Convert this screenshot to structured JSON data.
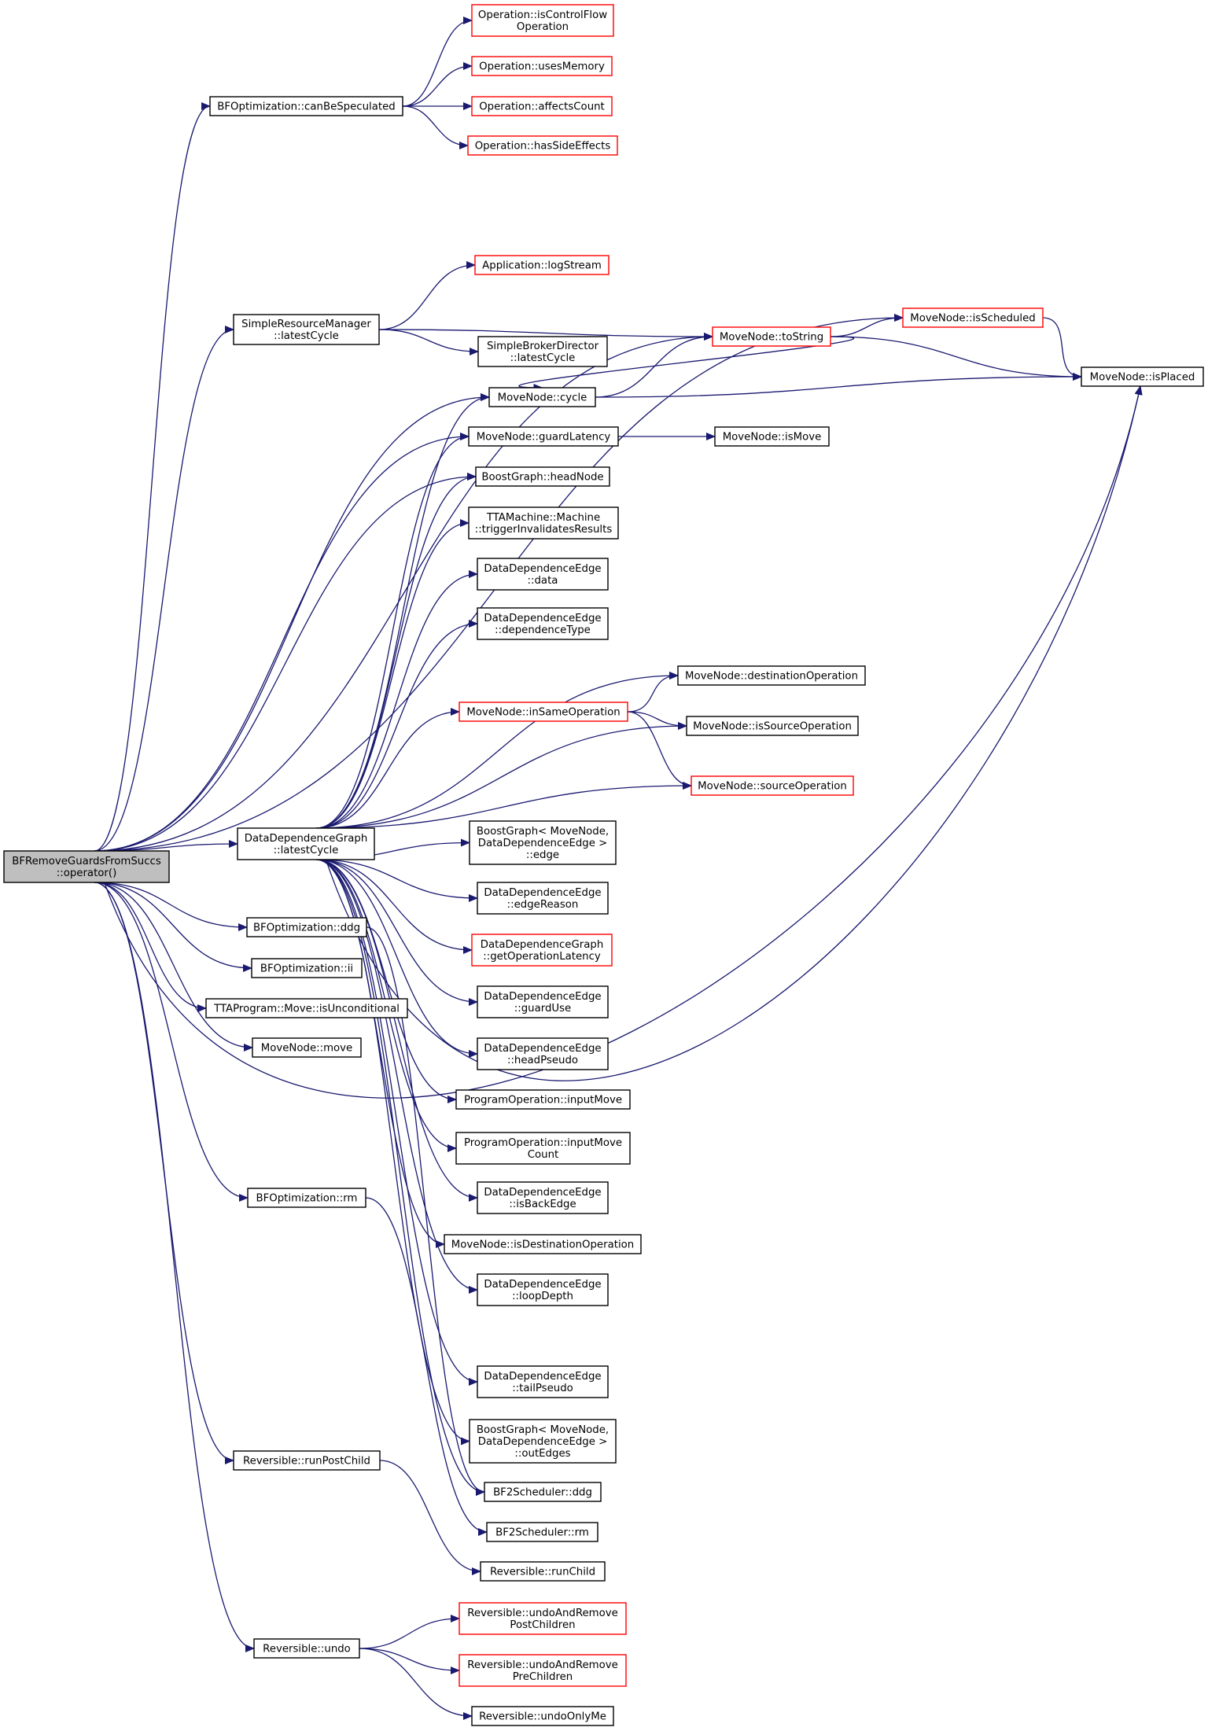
{
  "diagram": {
    "colors": {
      "edge": "#191970",
      "normal_border": "#000000",
      "truncated_border": "#ff0000",
      "root_fill": "#bfbfbf"
    },
    "nodes": [
      {
        "id": "root",
        "lines": [
          "BFRemoveGuardsFromSuccs",
          "::operator()"
        ],
        "style": "root"
      },
      {
        "id": "canBeSpeculated",
        "lines": [
          "BFOptimization::canBeSpeculated"
        ],
        "style": "normal"
      },
      {
        "id": "isControlFlowOperation",
        "lines": [
          "Operation::isControlFlow",
          "Operation"
        ],
        "style": "red"
      },
      {
        "id": "usesMemory",
        "lines": [
          "Operation::usesMemory"
        ],
        "style": "red"
      },
      {
        "id": "affectsCount",
        "lines": [
          "Operation::affectsCount"
        ],
        "style": "red"
      },
      {
        "id": "hasSideEffects",
        "lines": [
          "Operation::hasSideEffects"
        ],
        "style": "red"
      },
      {
        "id": "logStream",
        "lines": [
          "Application::logStream"
        ],
        "style": "red"
      },
      {
        "id": "srmLatestCycle",
        "lines": [
          "SimpleResourceManager",
          "::latestCycle"
        ],
        "style": "normal"
      },
      {
        "id": "sbdLatestCycle",
        "lines": [
          "SimpleBrokerDirector",
          "::latestCycle"
        ],
        "style": "normal"
      },
      {
        "id": "toString",
        "lines": [
          "MoveNode::toString"
        ],
        "style": "red"
      },
      {
        "id": "isScheduled",
        "lines": [
          "MoveNode::isScheduled"
        ],
        "style": "red"
      },
      {
        "id": "isPlaced",
        "lines": [
          "MoveNode::isPlaced"
        ],
        "style": "normal"
      },
      {
        "id": "cycle",
        "lines": [
          "MoveNode::cycle"
        ],
        "style": "normal"
      },
      {
        "id": "guardLatency",
        "lines": [
          "MoveNode::guardLatency"
        ],
        "style": "normal"
      },
      {
        "id": "isMove",
        "lines": [
          "MoveNode::isMove"
        ],
        "style": "normal"
      },
      {
        "id": "headNode",
        "lines": [
          "BoostGraph::headNode"
        ],
        "style": "normal"
      },
      {
        "id": "triggerInvalidatesResults",
        "lines": [
          "TTAMachine::Machine",
          "::triggerInvalidatesResults"
        ],
        "style": "normal"
      },
      {
        "id": "dataEdge",
        "lines": [
          "DataDependenceEdge",
          "::data"
        ],
        "style": "normal"
      },
      {
        "id": "dependenceType",
        "lines": [
          "DataDependenceEdge",
          "::dependenceType"
        ],
        "style": "normal"
      },
      {
        "id": "destinationOperation",
        "lines": [
          "MoveNode::destinationOperation"
        ],
        "style": "normal"
      },
      {
        "id": "inSameOperation",
        "lines": [
          "MoveNode::inSameOperation"
        ],
        "style": "red"
      },
      {
        "id": "isSourceOperation",
        "lines": [
          "MoveNode::isSourceOperation"
        ],
        "style": "normal"
      },
      {
        "id": "sourceOperation",
        "lines": [
          "MoveNode::sourceOperation"
        ],
        "style": "red"
      },
      {
        "id": "ddgLatestCycle",
        "lines": [
          "DataDependenceGraph",
          "::latestCycle"
        ],
        "style": "normal"
      },
      {
        "id": "bgEdge",
        "lines": [
          "BoostGraph< MoveNode,",
          "DataDependenceEdge >",
          "::edge"
        ],
        "style": "normal"
      },
      {
        "id": "edgeReason",
        "lines": [
          "DataDependenceEdge",
          "::edgeReason"
        ],
        "style": "normal"
      },
      {
        "id": "getOperationLatency",
        "lines": [
          "DataDependenceGraph",
          "::getOperationLatency"
        ],
        "style": "red"
      },
      {
        "id": "bfoDdg",
        "lines": [
          "BFOptimization::ddg"
        ],
        "style": "normal"
      },
      {
        "id": "bfoIi",
        "lines": [
          "BFOptimization::ii"
        ],
        "style": "normal"
      },
      {
        "id": "isUnconditional",
        "lines": [
          "TTAProgram::Move::isUnconditional"
        ],
        "style": "normal"
      },
      {
        "id": "guardUse",
        "lines": [
          "DataDependenceEdge",
          "::guardUse"
        ],
        "style": "normal"
      },
      {
        "id": "mnMove",
        "lines": [
          "MoveNode::move"
        ],
        "style": "normal"
      },
      {
        "id": "headPseudo",
        "lines": [
          "DataDependenceEdge",
          "::headPseudo"
        ],
        "style": "normal"
      },
      {
        "id": "inputMove",
        "lines": [
          "ProgramOperation::inputMove"
        ],
        "style": "normal"
      },
      {
        "id": "inputMoveCount",
        "lines": [
          "ProgramOperation::inputMove",
          "Count"
        ],
        "style": "normal"
      },
      {
        "id": "isBackEdge",
        "lines": [
          "DataDependenceEdge",
          "::isBackEdge"
        ],
        "style": "normal"
      },
      {
        "id": "bfoRm",
        "lines": [
          "BFOptimization::rm"
        ],
        "style": "normal"
      },
      {
        "id": "isDestinationOperation",
        "lines": [
          "MoveNode::isDestinationOperation"
        ],
        "style": "normal"
      },
      {
        "id": "loopDepth",
        "lines": [
          "DataDependenceEdge",
          "::loopDepth"
        ],
        "style": "normal"
      },
      {
        "id": "tailPseudo",
        "lines": [
          "DataDependenceEdge",
          "::tailPseudo"
        ],
        "style": "normal"
      },
      {
        "id": "outEdges",
        "lines": [
          "BoostGraph< MoveNode,",
          "DataDependenceEdge >",
          "::outEdges"
        ],
        "style": "normal"
      },
      {
        "id": "runPostChild",
        "lines": [
          "Reversible::runPostChild"
        ],
        "style": "normal"
      },
      {
        "id": "bf2Ddg",
        "lines": [
          "BF2Scheduler::ddg"
        ],
        "style": "normal"
      },
      {
        "id": "bf2Rm",
        "lines": [
          "BF2Scheduler::rm"
        ],
        "style": "normal"
      },
      {
        "id": "runChild",
        "lines": [
          "Reversible::runChild"
        ],
        "style": "normal"
      },
      {
        "id": "undoAndRemovePostChildren",
        "lines": [
          "Reversible::undoAndRemove",
          "PostChildren"
        ],
        "style": "red"
      },
      {
        "id": "undo",
        "lines": [
          "Reversible::undo"
        ],
        "style": "normal"
      },
      {
        "id": "undoAndRemovePreChildren",
        "lines": [
          "Reversible::undoAndRemove",
          "PreChildren"
        ],
        "style": "red"
      },
      {
        "id": "undoOnlyMe",
        "lines": [
          "Reversible::undoOnlyMe"
        ],
        "style": "normal"
      }
    ],
    "edges": [
      [
        "root",
        "canBeSpeculated"
      ],
      [
        "root",
        "isScheduled"
      ],
      [
        "root",
        "toString"
      ],
      [
        "root",
        "srmLatestCycle"
      ],
      [
        "root",
        "cycle"
      ],
      [
        "root",
        "guardLatency"
      ],
      [
        "root",
        "headNode"
      ],
      [
        "root",
        "ddgLatestCycle"
      ],
      [
        "root",
        "isPlaced"
      ],
      [
        "root",
        "bfoDdg"
      ],
      [
        "root",
        "bfoIi"
      ],
      [
        "root",
        "isUnconditional"
      ],
      [
        "root",
        "mnMove"
      ],
      [
        "root",
        "bfoRm"
      ],
      [
        "root",
        "runPostChild"
      ],
      [
        "root",
        "undo"
      ],
      [
        "canBeSpeculated",
        "isControlFlowOperation"
      ],
      [
        "canBeSpeculated",
        "usesMemory"
      ],
      [
        "canBeSpeculated",
        "affectsCount"
      ],
      [
        "canBeSpeculated",
        "hasSideEffects"
      ],
      [
        "srmLatestCycle",
        "logStream"
      ],
      [
        "srmLatestCycle",
        "toString"
      ],
      [
        "srmLatestCycle",
        "sbdLatestCycle"
      ],
      [
        "toString",
        "isScheduled"
      ],
      [
        "toString",
        "isPlaced"
      ],
      [
        "toString",
        "cycle"
      ],
      [
        "isScheduled",
        "isPlaced"
      ],
      [
        "cycle",
        "toString"
      ],
      [
        "cycle",
        "isPlaced"
      ],
      [
        "guardLatency",
        "isMove"
      ],
      [
        "ddgLatestCycle",
        "cycle"
      ],
      [
        "ddgLatestCycle",
        "guardLatency"
      ],
      [
        "ddgLatestCycle",
        "headNode"
      ],
      [
        "ddgLatestCycle",
        "triggerInvalidatesResults"
      ],
      [
        "ddgLatestCycle",
        "dataEdge"
      ],
      [
        "ddgLatestCycle",
        "dependenceType"
      ],
      [
        "ddgLatestCycle",
        "destinationOperation"
      ],
      [
        "ddgLatestCycle",
        "inSameOperation"
      ],
      [
        "ddgLatestCycle",
        "isSourceOperation"
      ],
      [
        "ddgLatestCycle",
        "sourceOperation"
      ],
      [
        "ddgLatestCycle",
        "bgEdge"
      ],
      [
        "ddgLatestCycle",
        "edgeReason"
      ],
      [
        "ddgLatestCycle",
        "getOperationLatency"
      ],
      [
        "ddgLatestCycle",
        "guardUse"
      ],
      [
        "ddgLatestCycle",
        "headPseudo"
      ],
      [
        "ddgLatestCycle",
        "inputMove"
      ],
      [
        "ddgLatestCycle",
        "inputMoveCount"
      ],
      [
        "ddgLatestCycle",
        "isBackEdge"
      ],
      [
        "ddgLatestCycle",
        "isDestinationOperation"
      ],
      [
        "ddgLatestCycle",
        "loopDepth"
      ],
      [
        "ddgLatestCycle",
        "isPlaced"
      ],
      [
        "ddgLatestCycle",
        "tailPseudo"
      ],
      [
        "ddgLatestCycle",
        "outEdges"
      ],
      [
        "ddgLatestCycle",
        "bf2Ddg"
      ],
      [
        "inSameOperation",
        "destinationOperation"
      ],
      [
        "inSameOperation",
        "isSourceOperation"
      ],
      [
        "inSameOperation",
        "sourceOperation"
      ],
      [
        "bfoDdg",
        "bf2Ddg"
      ],
      [
        "bfoRm",
        "bf2Rm"
      ],
      [
        "runPostChild",
        "runChild"
      ],
      [
        "undo",
        "undoAndRemovePostChildren"
      ],
      [
        "undo",
        "undoAndRemovePreChildren"
      ],
      [
        "undo",
        "undoOnlyMe"
      ]
    ]
  }
}
